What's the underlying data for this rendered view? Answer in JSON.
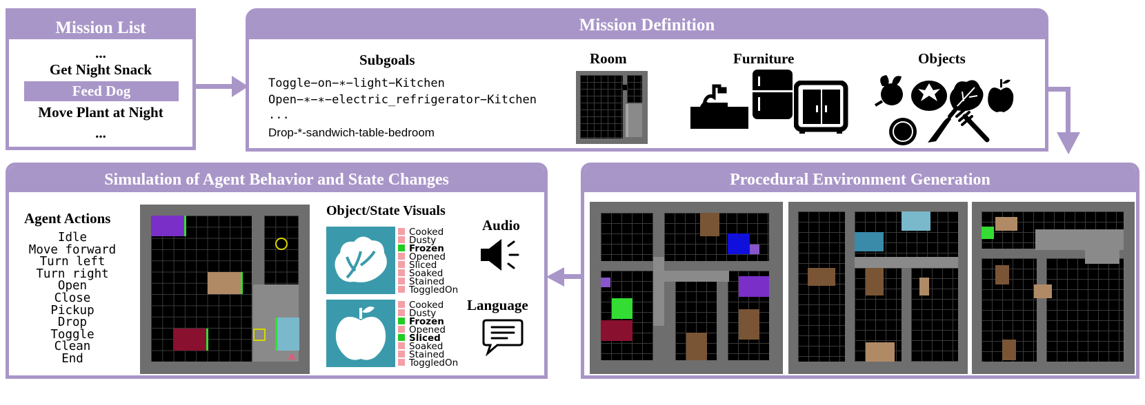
{
  "mission_list": {
    "title": "Mission List",
    "items": [
      "...",
      "Get Night Snack",
      "Feed Dog",
      "Move Plant at Night",
      "..."
    ],
    "selected_index": 2
  },
  "mission_definition": {
    "title": "Mission Definition",
    "subgoals_title": "Subgoals",
    "subgoals": [
      "Toggle−on−∗−light−Kitchen",
      "Open−∗−∗−electric_refrigerator−Kitchen",
      "...",
      "Drop-*-sandwich-table-bedroom"
    ],
    "room_title": "Room",
    "furniture_title": "Furniture",
    "objects_title": "Objects"
  },
  "simulation": {
    "title": "Simulation of Agent Behavior and State Changes",
    "actions_title": "Agent Actions",
    "actions": [
      "Idle",
      "Move forward",
      "Turn left",
      "Turn right",
      "Open",
      "Close",
      "Pickup",
      "Drop",
      "Toggle",
      "Clean",
      "End"
    ],
    "visuals_title": "Object/State Visuals",
    "states": [
      "Cooked",
      "Dusty",
      "Frozen",
      "Opened",
      "Sliced",
      "Soaked",
      "Stained",
      "ToggledOn"
    ],
    "object1_active": [
      "Frozen"
    ],
    "object2_active": [
      "Frozen",
      "Sliced"
    ],
    "audio_title": "Audio",
    "language_title": "Language"
  },
  "procedural": {
    "title": "Procedural Environment Generation"
  },
  "colors": {
    "accent": "#a996c8",
    "teal": "#3a9aab",
    "active_state": "#22cc22",
    "inactive_state": "#f4a0a6"
  }
}
